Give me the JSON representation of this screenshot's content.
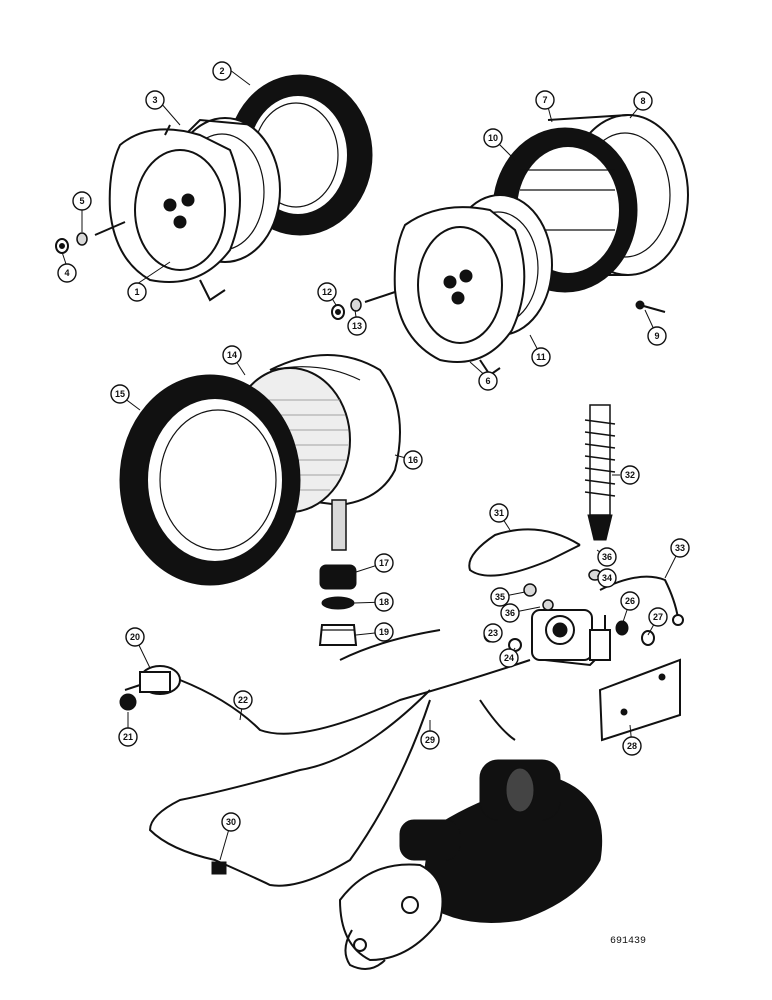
{
  "drawing_number": "691439",
  "callouts": [
    {
      "id": "c1",
      "label": "1"
    },
    {
      "id": "c2",
      "label": "2"
    },
    {
      "id": "c3",
      "label": "3"
    },
    {
      "id": "c4",
      "label": "4"
    },
    {
      "id": "c5",
      "label": "5"
    },
    {
      "id": "c6",
      "label": "6"
    },
    {
      "id": "c7",
      "label": "7"
    },
    {
      "id": "c8",
      "label": "8"
    },
    {
      "id": "c9",
      "label": "9"
    },
    {
      "id": "c10",
      "label": "10"
    },
    {
      "id": "c11",
      "label": "11"
    },
    {
      "id": "c12",
      "label": "12"
    },
    {
      "id": "c13",
      "label": "13"
    },
    {
      "id": "c14",
      "label": "14"
    },
    {
      "id": "c15",
      "label": "15"
    },
    {
      "id": "c16",
      "label": "16"
    },
    {
      "id": "c17",
      "label": "17"
    },
    {
      "id": "c18",
      "label": "18"
    },
    {
      "id": "c19",
      "label": "19"
    },
    {
      "id": "c20",
      "label": "20"
    },
    {
      "id": "c21",
      "label": "21"
    },
    {
      "id": "c22",
      "label": "22"
    },
    {
      "id": "c23",
      "label": "23"
    },
    {
      "id": "c24",
      "label": "24"
    },
    {
      "id": "c26",
      "label": "26"
    },
    {
      "id": "c27",
      "label": "27"
    },
    {
      "id": "c28",
      "label": "28"
    },
    {
      "id": "c29",
      "label": "29"
    },
    {
      "id": "c30",
      "label": "30"
    },
    {
      "id": "c31",
      "label": "31"
    },
    {
      "id": "c32",
      "label": "32"
    },
    {
      "id": "c33",
      "label": "33"
    },
    {
      "id": "c34",
      "label": "34"
    },
    {
      "id": "c35",
      "label": "35"
    },
    {
      "id": "c36a",
      "label": "36"
    },
    {
      "id": "c36b",
      "label": "36"
    }
  ]
}
